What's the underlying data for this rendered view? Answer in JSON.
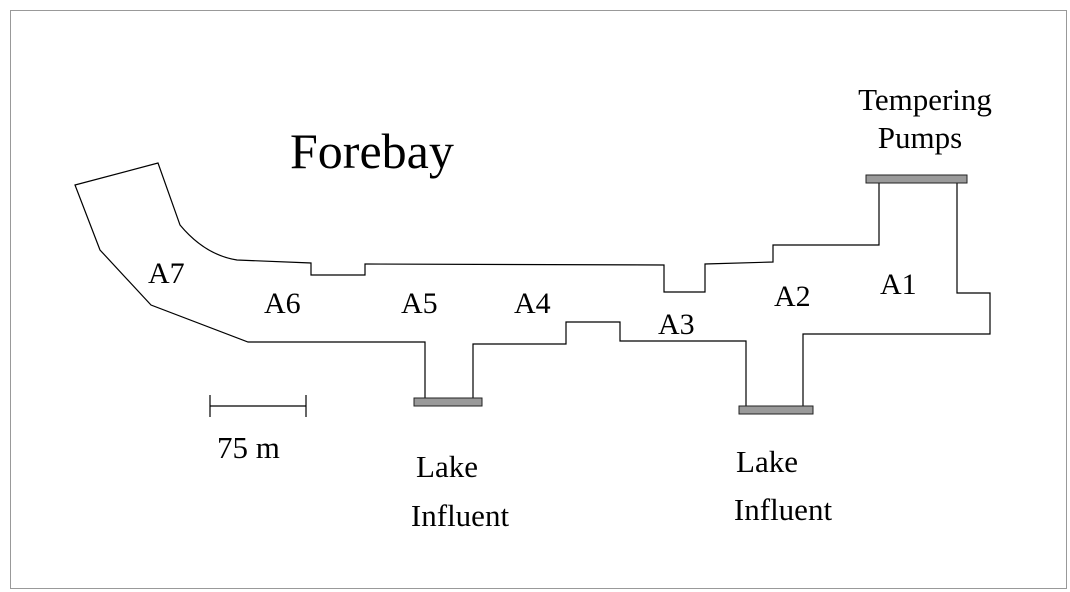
{
  "title": "Forebay",
  "tempering": {
    "line1": "Tempering",
    "line2": "Pumps"
  },
  "lake_left": {
    "line1": "Lake",
    "line2": "Influent"
  },
  "lake_right": {
    "line1": "Lake",
    "line2": "Influent"
  },
  "scale_label": "75 m",
  "areas": [
    "A7",
    "A6",
    "A5",
    "A4",
    "A3",
    "A2",
    "A1"
  ],
  "colors": {
    "line": "#000000",
    "outlet_fill": "#9a9a9a",
    "border": "#999999"
  }
}
